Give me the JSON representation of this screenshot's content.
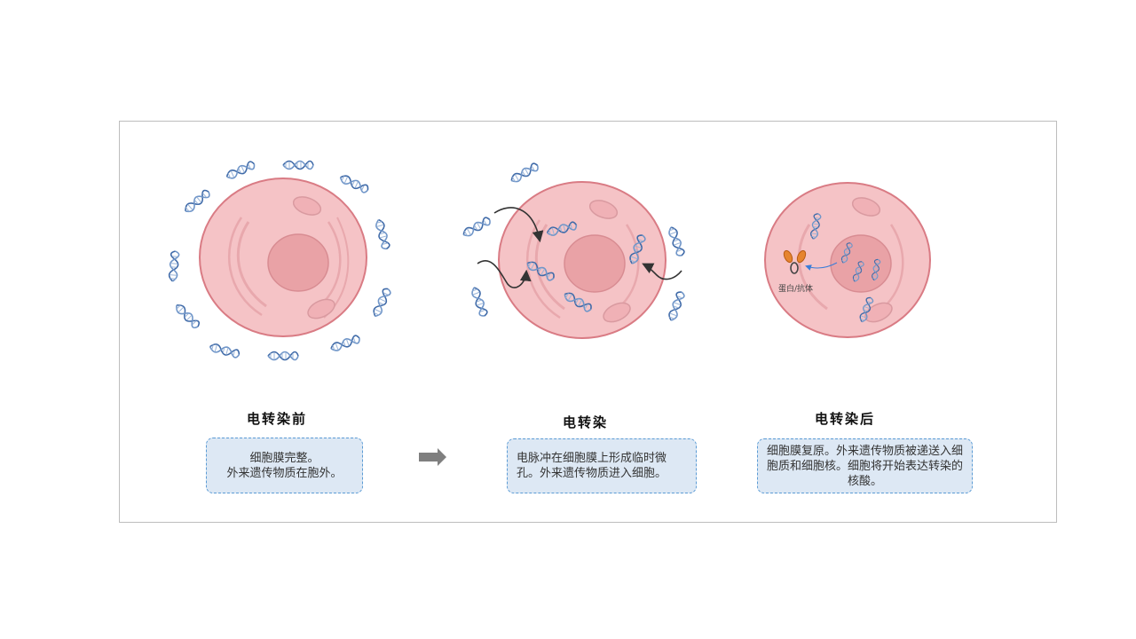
{
  "stages": [
    {
      "title": "电转染前",
      "description": "细胞膜完整。\n外来遗传物质在胞外。"
    },
    {
      "title": "电转染",
      "description": "电脉冲在细胞膜上形成临时微孔。外来遗传物质进入细胞。"
    },
    {
      "title": "电转染后",
      "description": "细胞膜复原。外来遗传物质被递送入细胞质和细胞核。细胞将开始表达转染的核酸。",
      "protein_label": "蛋白/抗体"
    }
  ],
  "arrow_icon": "right-arrow-icon",
  "colors": {
    "cell_fill": "#f5c3c6",
    "cell_border": "#d97b84",
    "nucleus_fill": "#e9a2a6",
    "dna_blue": "#3f6aa8",
    "note_bg": "#dde8f4",
    "note_border": "#5b9bd5",
    "arrow_gray": "#7f7f7f"
  }
}
